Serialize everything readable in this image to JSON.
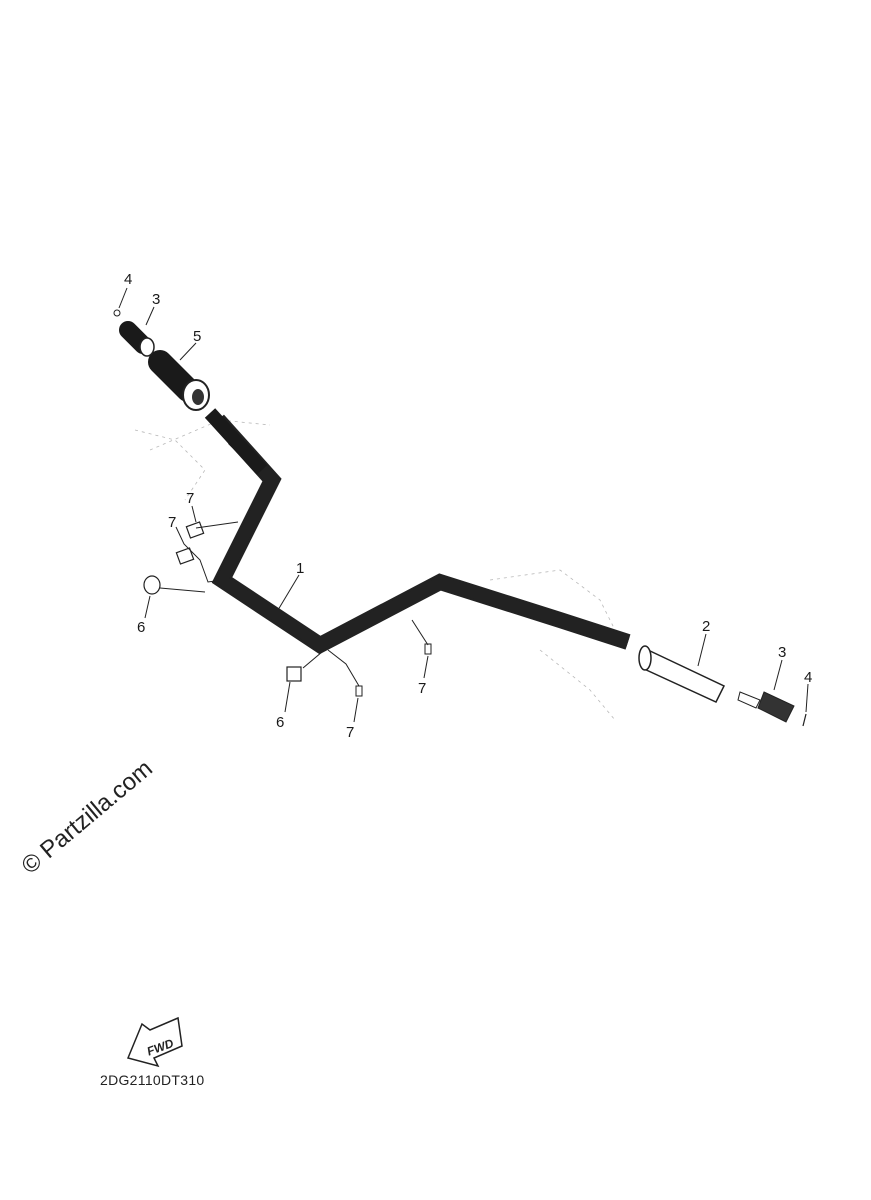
{
  "diagram": {
    "code": "2DG2110DT310",
    "watermark": "© Partzilla.com",
    "fwd_label": "FWD",
    "callouts": [
      {
        "id": "c4a",
        "label": "4"
      },
      {
        "id": "c3a",
        "label": "3"
      },
      {
        "id": "c5",
        "label": "5"
      },
      {
        "id": "c7a",
        "label": "7"
      },
      {
        "id": "c7b",
        "label": "7"
      },
      {
        "id": "c6a",
        "label": "6"
      },
      {
        "id": "c1",
        "label": "1"
      },
      {
        "id": "c6b",
        "label": "6"
      },
      {
        "id": "c7c",
        "label": "7"
      },
      {
        "id": "c7d",
        "label": "7"
      },
      {
        "id": "c2",
        "label": "2"
      },
      {
        "id": "c3b",
        "label": "3"
      },
      {
        "id": "c4b",
        "label": "4"
      }
    ]
  }
}
